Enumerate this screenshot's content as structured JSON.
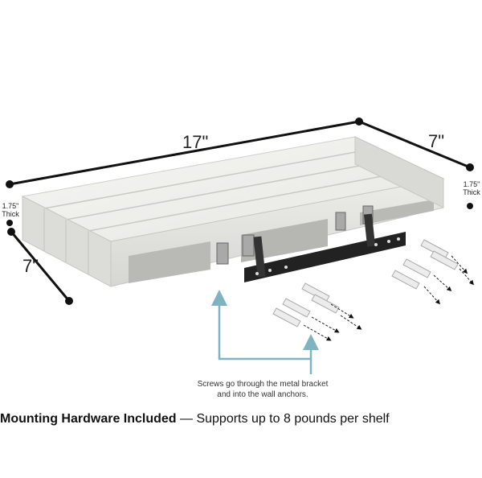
{
  "dimensions": {
    "length": "17\"",
    "depth_right": "7\"",
    "depth_left": "7\"",
    "thickness_left_value": "1.75\"",
    "thickness_left_unit": "Thick",
    "thickness_right_value": "1.75\"",
    "thickness_right_unit": "Thick"
  },
  "callout": {
    "line1": "Screws go through the metal bracket",
    "line2": "and into the wall anchors."
  },
  "footer": {
    "title": "Mounting Hardware Included",
    "separator": " — ",
    "detail": "Supports up to 8 pounds per shelf"
  },
  "colors": {
    "shelf_top": "#f1f1ef",
    "shelf_front": "#e4e4e0",
    "bracket": "#222222",
    "callout_line": "#7fb3bf",
    "dimension_line": "#111111"
  }
}
